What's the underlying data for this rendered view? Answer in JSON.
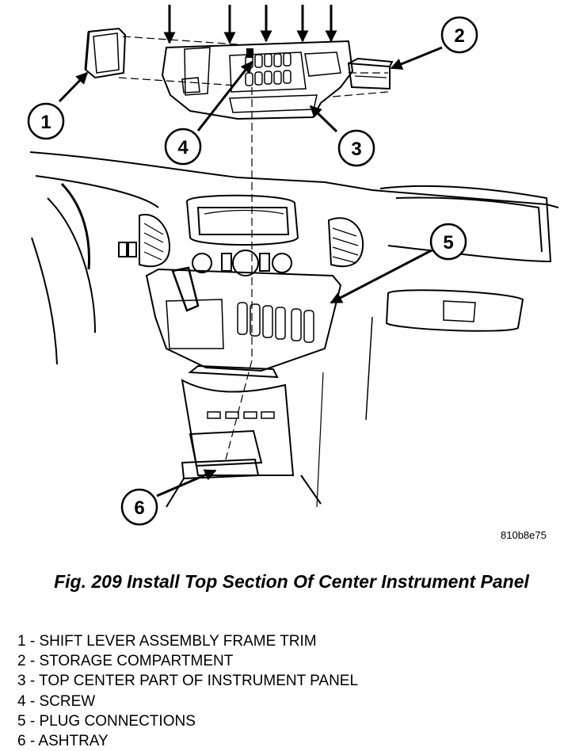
{
  "figure": {
    "reference_code": "810b8e75",
    "caption": "Fig. 209 Install Top Section Of Center Instrument Panel"
  },
  "callouts": [
    {
      "number": "1"
    },
    {
      "number": "2"
    },
    {
      "number": "3"
    },
    {
      "number": "4"
    },
    {
      "number": "5"
    },
    {
      "number": "6"
    }
  ],
  "legend": [
    {
      "text": "1 - SHIFT LEVER ASSEMBLY FRAME TRIM"
    },
    {
      "text": "2 - STORAGE COMPARTMENT"
    },
    {
      "text": "3 - TOP CENTER PART OF INSTRUMENT PANEL"
    },
    {
      "text": "4 - SCREW"
    },
    {
      "text": "5 - PLUG CONNECTIONS"
    },
    {
      "text": "6 - ASHTRAY"
    }
  ]
}
